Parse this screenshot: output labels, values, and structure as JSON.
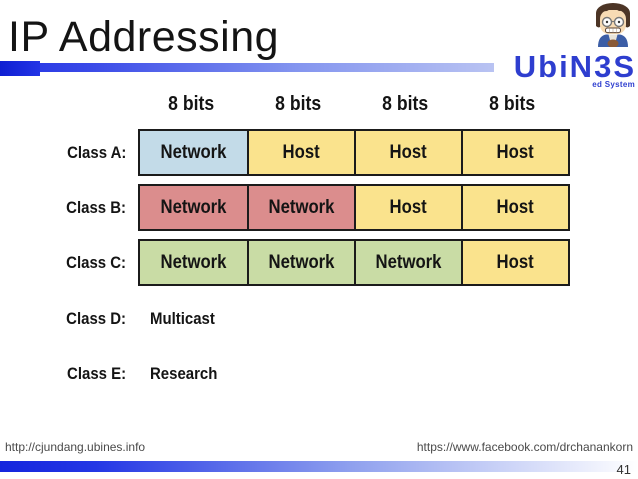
{
  "slide": {
    "title": "IP Addressing",
    "page_number": "41",
    "footer_left": "http://cjundang.ubines.info",
    "footer_right": "https://www.facebook.com/drchanankorn"
  },
  "logo": {
    "brand": "UbiN3S",
    "tagline": "ed System",
    "avatar_icon": "cartoon-man-avatar"
  },
  "diagram": {
    "bit_headers": [
      "8 bits",
      "8 bits",
      "8 bits",
      "8 bits"
    ],
    "rows": [
      {
        "label": "Class A:",
        "cells": [
          {
            "text": "Network",
            "color_key": "network_a"
          },
          {
            "text": "Host",
            "color_key": "host"
          },
          {
            "text": "Host",
            "color_key": "host"
          },
          {
            "text": "Host",
            "color_key": "host"
          }
        ]
      },
      {
        "label": "Class B:",
        "cells": [
          {
            "text": "Network",
            "color_key": "network_b"
          },
          {
            "text": "Network",
            "color_key": "network_b"
          },
          {
            "text": "Host",
            "color_key": "host"
          },
          {
            "text": "Host",
            "color_key": "host"
          }
        ]
      },
      {
        "label": "Class C:",
        "cells": [
          {
            "text": "Network",
            "color_key": "network_c"
          },
          {
            "text": "Network",
            "color_key": "network_c"
          },
          {
            "text": "Network",
            "color_key": "network_c"
          },
          {
            "text": "Host",
            "color_key": "host"
          }
        ]
      }
    ],
    "extra_rows": [
      {
        "label": "Class D:",
        "value": "Multicast"
      },
      {
        "label": "Class E:",
        "value": "Research"
      }
    ],
    "colors": {
      "network_a": "#c3dbe8",
      "network_b": "#db8d8d",
      "network_c": "#c9dca5",
      "host": "#fae38d",
      "border": "#1b1b1b"
    }
  },
  "theme": {
    "accent_dark_blue": "#1525dd",
    "accent_light_blue": "#b9c3f2",
    "brand_blue": "#2e3ecf"
  }
}
